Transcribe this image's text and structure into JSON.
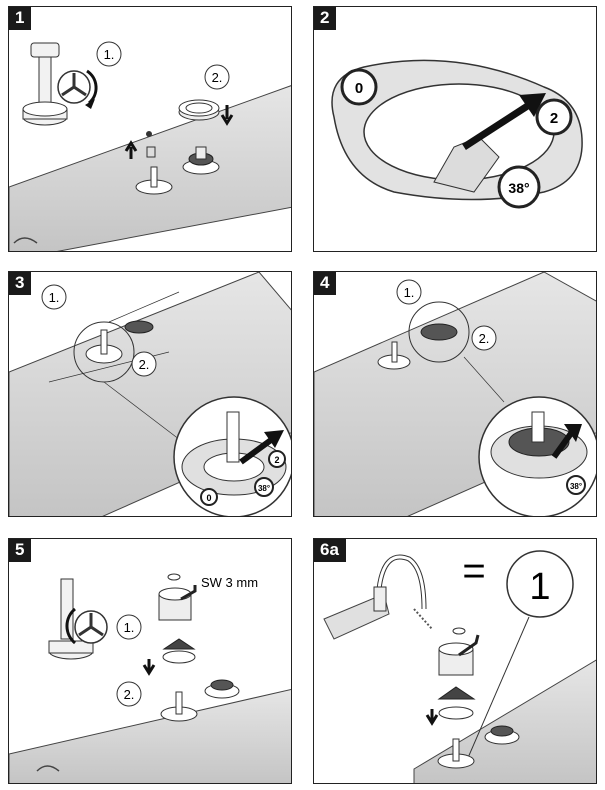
{
  "steps": [
    {
      "number": "1",
      "callouts": [
        "1.",
        "2."
      ]
    },
    {
      "number": "2",
      "dial": [
        "0",
        "2",
        "38°"
      ]
    },
    {
      "number": "3",
      "callouts": [
        "1.",
        "2."
      ],
      "dial": [
        "0",
        "2",
        "38°"
      ]
    },
    {
      "number": "4",
      "callouts": [
        "1.",
        "2."
      ],
      "dial": [
        "38°"
      ]
    },
    {
      "number": "5",
      "callouts": [
        "1.",
        "2."
      ],
      "tool": "SW 3 mm"
    },
    {
      "number": "6a",
      "equals": "=",
      "count": "1"
    }
  ]
}
